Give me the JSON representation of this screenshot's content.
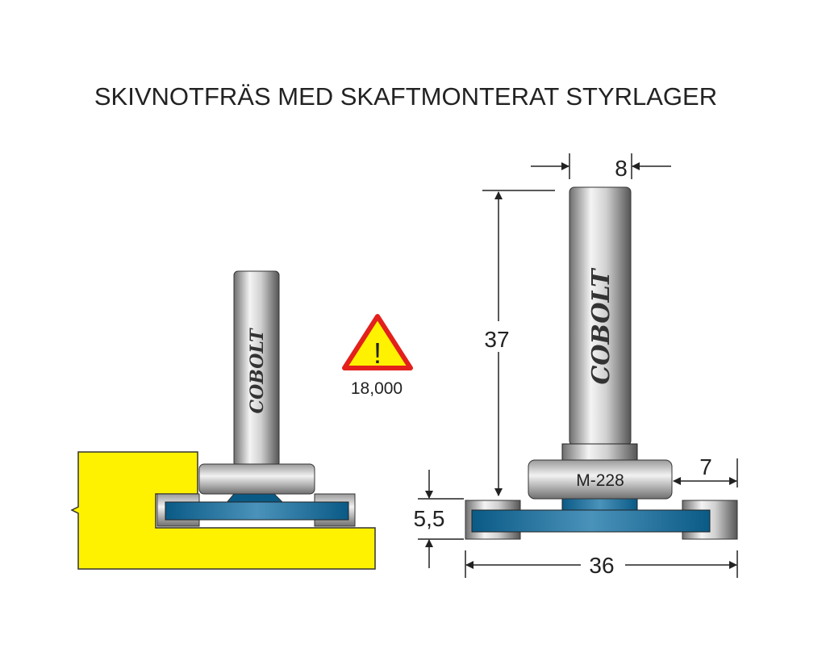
{
  "title": "SKIVNOTFRÄS MED SKAFTMONTERAT STYRLAGER",
  "brand": "COBOLT",
  "warning": {
    "icon": "warning-triangle-icon",
    "symbol": "!",
    "max_rpm": "18,000"
  },
  "bearing_label": "M-228",
  "dimensions": {
    "shank_diameter": "8",
    "total_length": "37",
    "cut_depth": "7",
    "cut_height": "5,5",
    "diameter": "36"
  },
  "colors": {
    "workpiece": "#fff200",
    "disc": "#0a5a86",
    "steel": "#c8c8c8",
    "warning_red": "#e3201b"
  }
}
